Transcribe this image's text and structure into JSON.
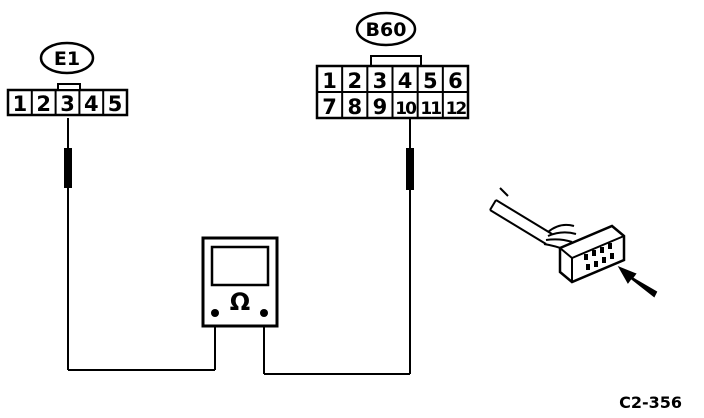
{
  "connector_e": {
    "label": "E1",
    "pins": [
      "1",
      "2",
      "3",
      "4",
      "5"
    ]
  },
  "connector_b": {
    "label": "B60",
    "pins_top": [
      "1",
      "2",
      "3",
      "4",
      "5",
      "6"
    ],
    "pins_bottom": [
      "7",
      "8",
      "9",
      "10",
      "11",
      "12"
    ]
  },
  "meter": {
    "symbol": "Ω"
  },
  "figure_id": "C2-356"
}
